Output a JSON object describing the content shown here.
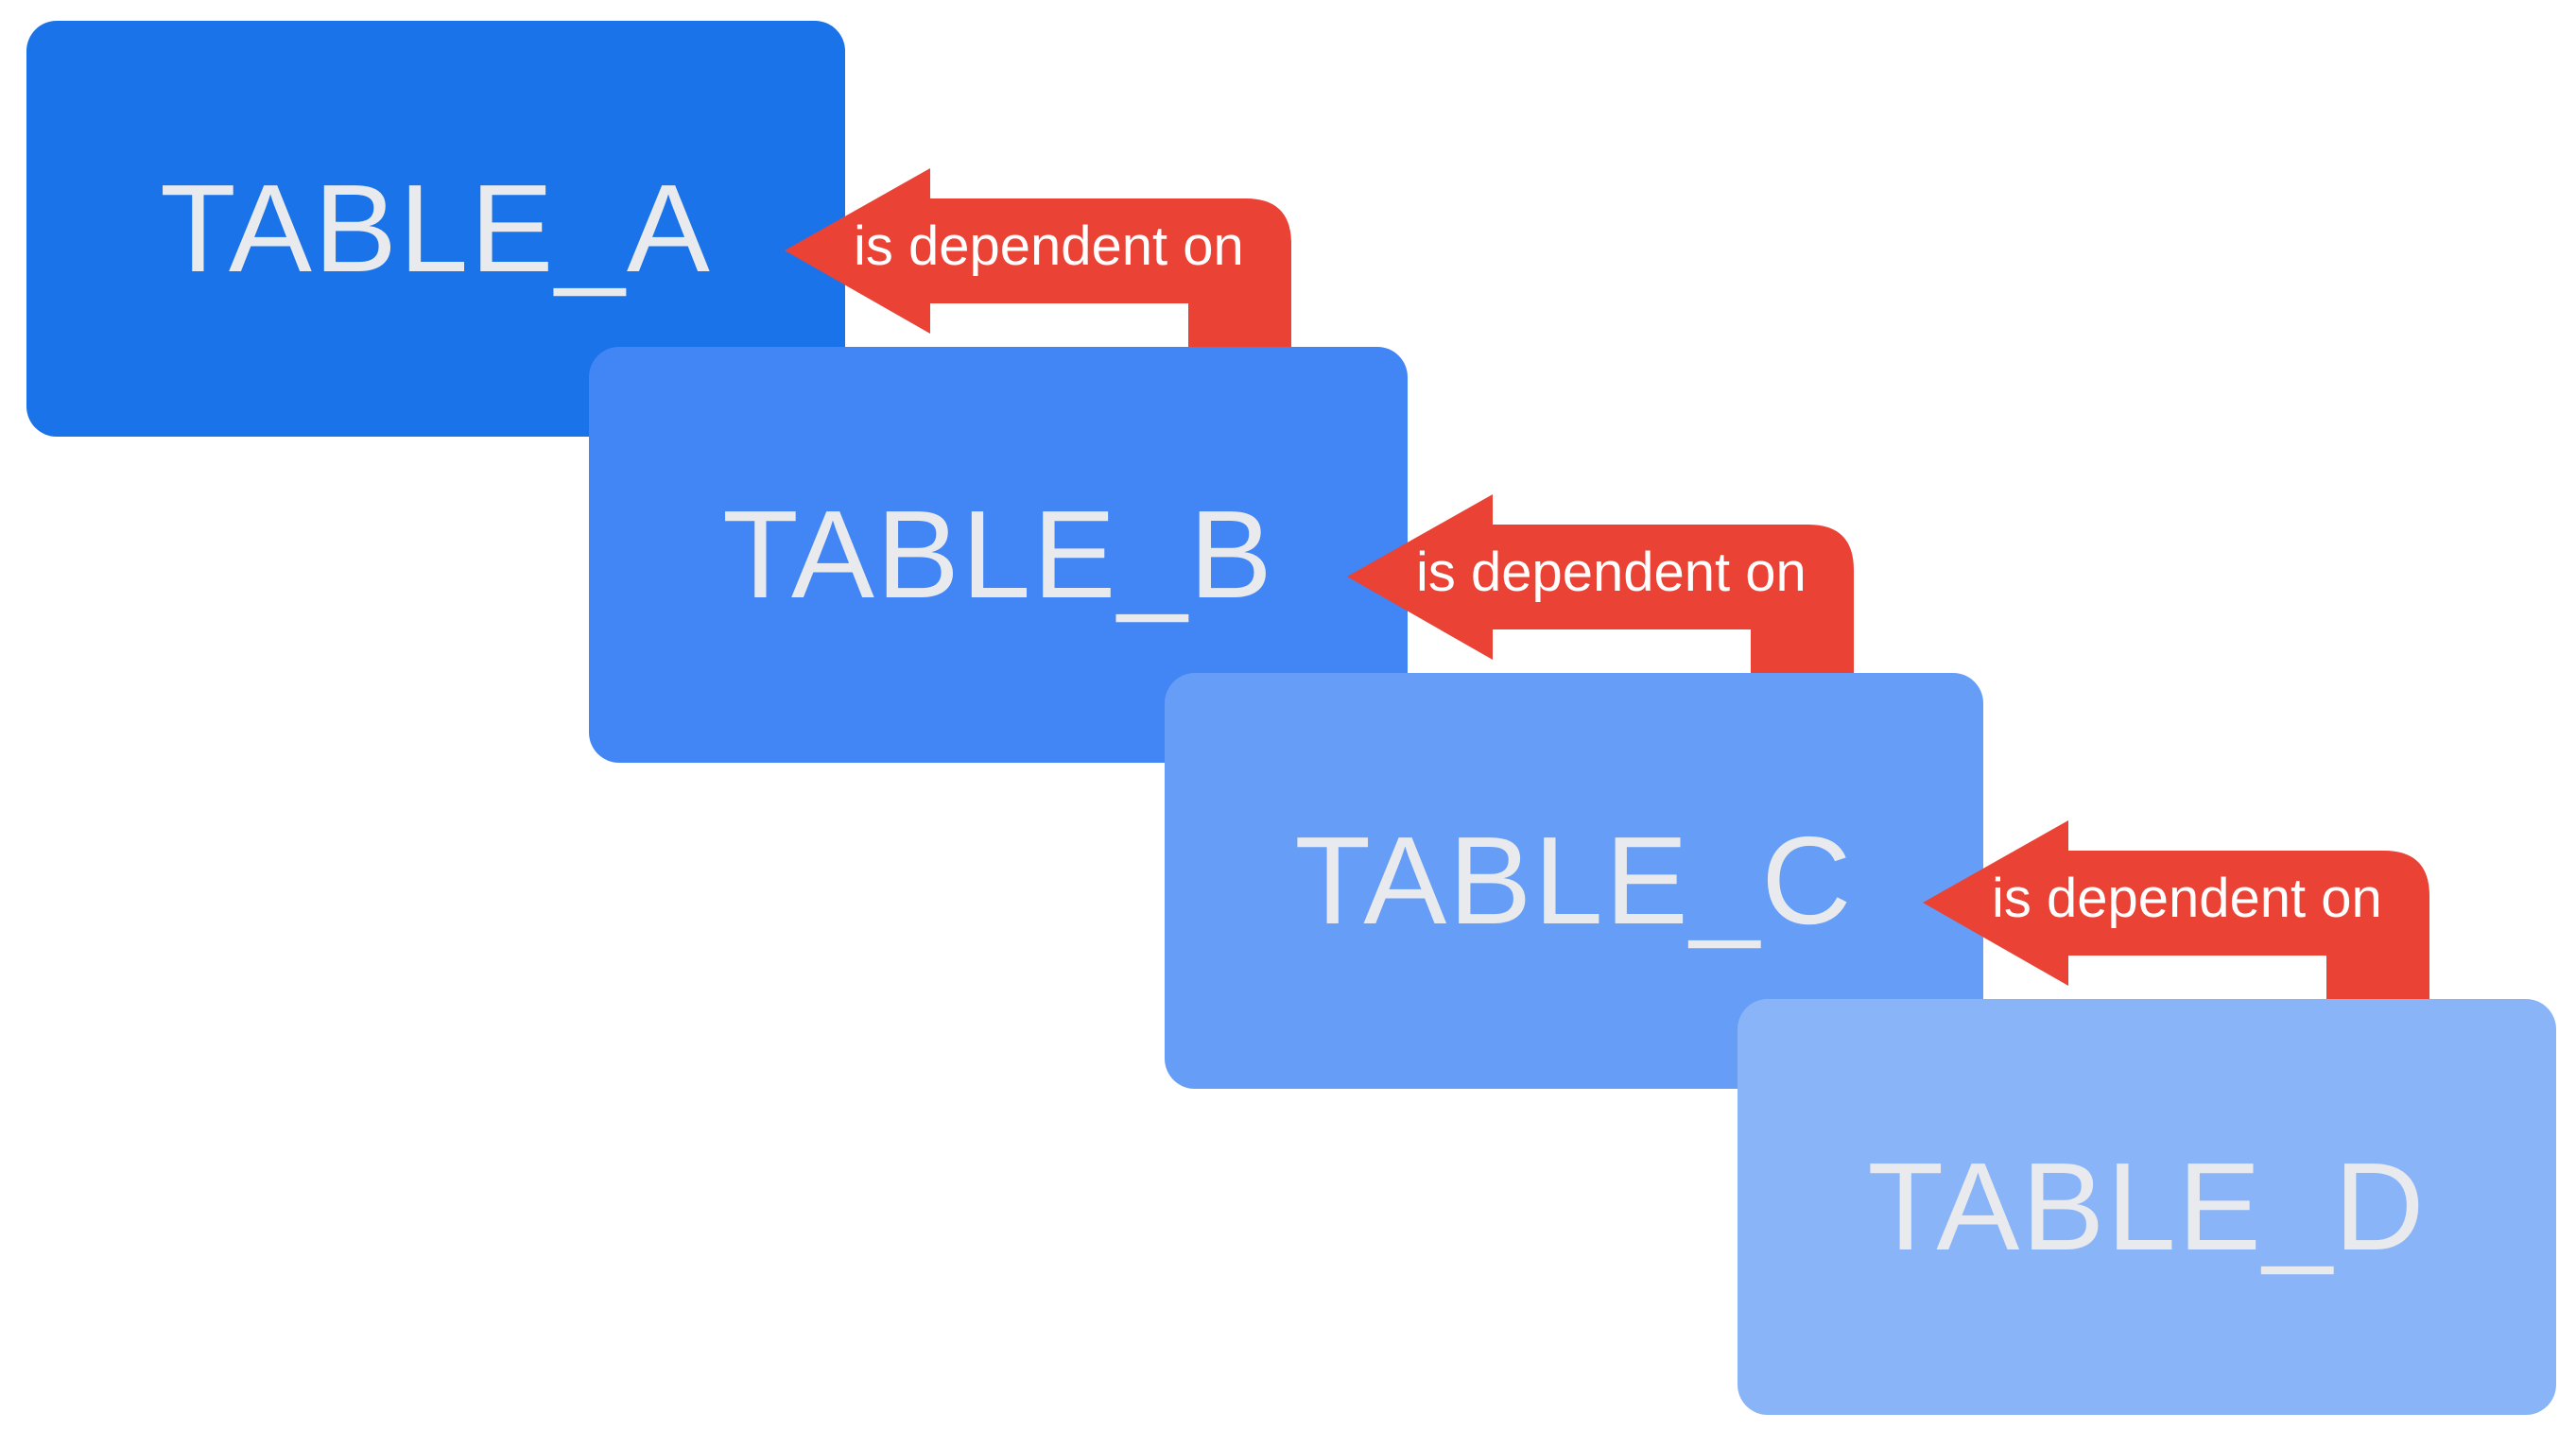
{
  "tables": [
    {
      "id": "a",
      "label": "TABLE_A",
      "color": "#1a73e8"
    },
    {
      "id": "b",
      "label": "TABLE_B",
      "color": "#4285f4"
    },
    {
      "id": "c",
      "label": "TABLE_C",
      "color": "#669df6"
    },
    {
      "id": "d",
      "label": "TABLE_D",
      "color": "#8ab4f8"
    }
  ],
  "relations": [
    {
      "from": "TABLE_B",
      "to": "TABLE_A",
      "label": "is dependent on"
    },
    {
      "from": "TABLE_C",
      "to": "TABLE_B",
      "label": "is dependent on"
    },
    {
      "from": "TABLE_D",
      "to": "TABLE_C",
      "label": "is dependent on"
    }
  ],
  "style": {
    "arrow_color": "#ea4335",
    "label_color": "#e8eaed",
    "background": "#ffffff"
  }
}
